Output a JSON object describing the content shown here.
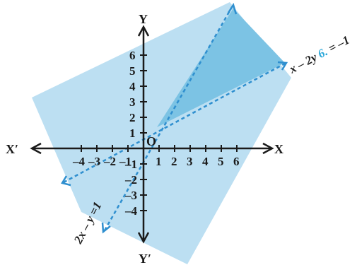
{
  "axes": {
    "x_label": "X",
    "x_neg_label": "X′",
    "y_label": "Y",
    "y_neg_label": "Y′",
    "origin_label": "O",
    "x_ticks_pos": [
      "1",
      "2",
      "3",
      "4",
      "5",
      "6"
    ],
    "x_ticks_neg": [
      "–4",
      "–3",
      "–2",
      "–1"
    ],
    "y_ticks_pos": [
      "1",
      "2",
      "3",
      "4",
      "5",
      "6"
    ],
    "y_ticks_neg": [
      "–1",
      "–2",
      "–3",
      "–4"
    ]
  },
  "lines": [
    {
      "equation_main": "x – 2y ",
      "equation_tail": "= –1",
      "accent_glyph": "6."
    },
    {
      "equation_main": "2x – y =1"
    }
  ],
  "colors": {
    "light_region": "#bcdff2",
    "dark_region": "#7cc3e4",
    "dashed_line": "#2f8fcf",
    "axis": "#1a1a1a"
  }
}
